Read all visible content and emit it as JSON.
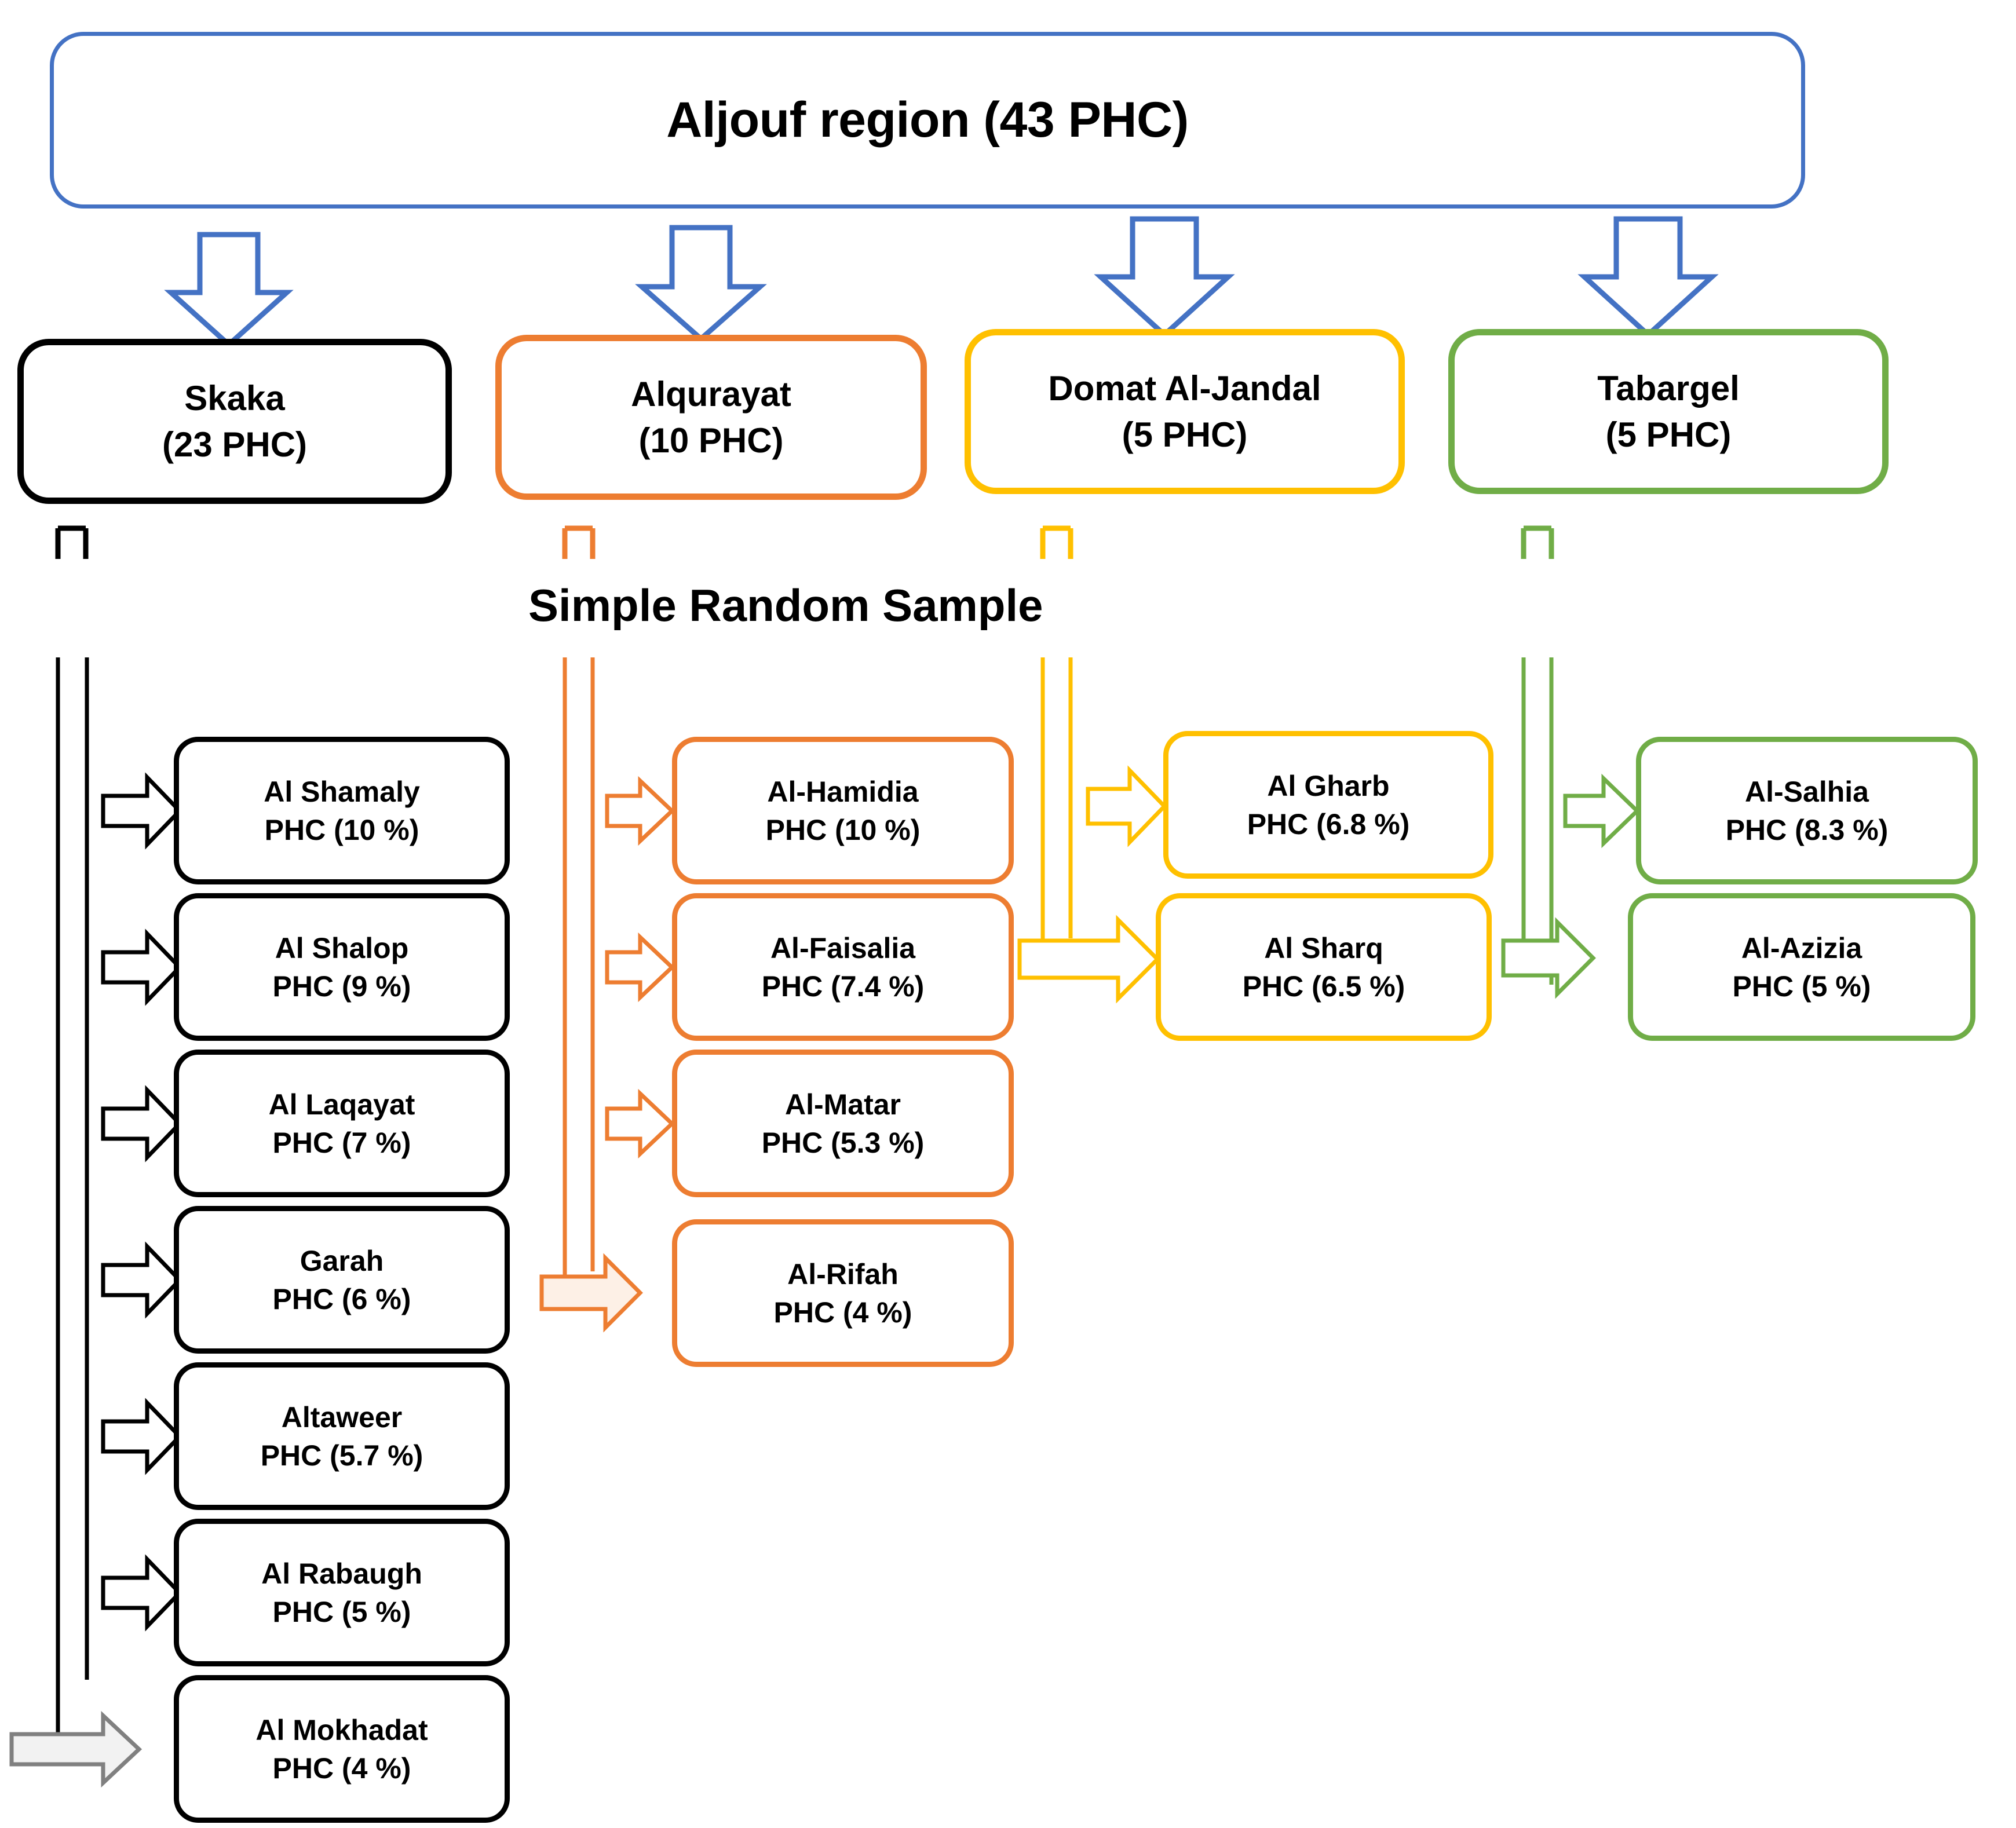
{
  "diagram": {
    "caption": "Simple Random Sample",
    "root": {
      "line1": "Aljouf region (43 PHC)"
    },
    "colors": {
      "root_border": "#4472C4",
      "arrow_blue": "#4472C4",
      "skaka": "#000000",
      "alqurayat": "#ED7D31",
      "domat": "#FFC000",
      "tabargel": "#70AD47"
    },
    "cities": [
      {
        "name": "Skaka",
        "count": "(23 PHC)",
        "color": "#000000"
      },
      {
        "name": "Alqurayat",
        "count": "(10 PHC)",
        "color": "#ED7D31"
      },
      {
        "name": "Domat Al-Jandal",
        "count": "(5 PHC)",
        "color": "#FFC000"
      },
      {
        "name": "Tabargel",
        "count": "(5 PHC)",
        "color": "#70AD47"
      }
    ],
    "groups": [
      {
        "city": "Skaka",
        "color": "#000000",
        "phcs": [
          {
            "name": "Al Shamaly",
            "pct": "PHC (10 %)"
          },
          {
            "name": "Al Shalop",
            "pct": "PHC (9 %)"
          },
          {
            "name": "Al Laqayat",
            "pct": "PHC (7 %)"
          },
          {
            "name": "Garah",
            "pct": "PHC (6 %)"
          },
          {
            "name": "Altaweer",
            "pct": "PHC (5.7 %)"
          },
          {
            "name": "Al Rabaugh",
            "pct": "PHC (5 %)"
          },
          {
            "name": "Al Mokhadat",
            "pct": "PHC (4 %)"
          }
        ]
      },
      {
        "city": "Alqurayat",
        "color": "#ED7D31",
        "phcs": [
          {
            "name": "Al-Hamidia",
            "pct": "PHC (10 %)"
          },
          {
            "name": "Al-Faisalia",
            "pct": "PHC (7.4 %)"
          },
          {
            "name": "Al-Matar",
            "pct": "PHC (5.3 %)"
          },
          {
            "name": "Al-Rifah",
            "pct": "PHC (4 %)"
          }
        ]
      },
      {
        "city": "Domat Al-Jandal",
        "color": "#FFC000",
        "phcs": [
          {
            "name": "Al Gharb",
            "pct": "PHC (6.8 %)"
          },
          {
            "name": "Al Sharq",
            "pct": "PHC (6.5 %)"
          }
        ]
      },
      {
        "city": "Tabargel",
        "color": "#70AD47",
        "phcs": [
          {
            "name": "Al-Salhia",
            "pct": "PHC (8.3 %)"
          },
          {
            "name": "Al-Azizia",
            "pct": "PHC (5 %)"
          }
        ]
      }
    ]
  }
}
